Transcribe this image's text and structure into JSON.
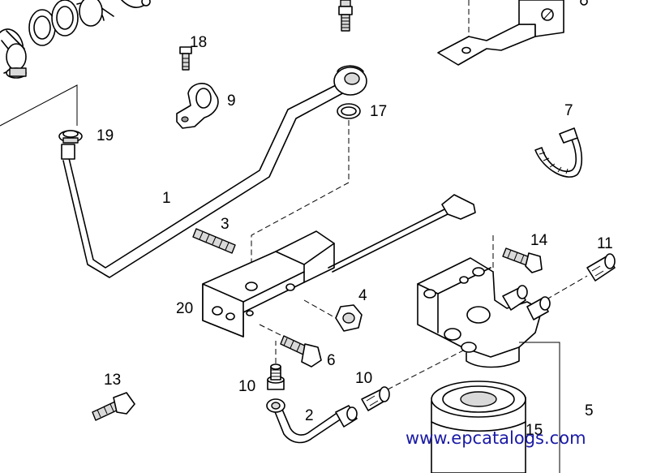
{
  "diagram": {
    "callouts": [
      {
        "id": "1",
        "text": "1"
      },
      {
        "id": "2",
        "text": "2"
      },
      {
        "id": "3",
        "text": "3"
      },
      {
        "id": "4",
        "text": "4"
      },
      {
        "id": "5",
        "text": "5"
      },
      {
        "id": "6",
        "text": "6"
      },
      {
        "id": "7",
        "text": "7"
      },
      {
        "id": "9",
        "text": "9"
      },
      {
        "id": "10a",
        "text": "10"
      },
      {
        "id": "10b",
        "text": "10"
      },
      {
        "id": "11",
        "text": "11"
      },
      {
        "id": "13",
        "text": "13"
      },
      {
        "id": "14",
        "text": "14"
      },
      {
        "id": "15",
        "text": "15"
      },
      {
        "id": "17",
        "text": "17"
      },
      {
        "id": "18",
        "text": "18"
      },
      {
        "id": "19",
        "text": "19"
      },
      {
        "id": "20",
        "text": "20"
      }
    ],
    "watermark": "www.epcatalogs.com"
  }
}
